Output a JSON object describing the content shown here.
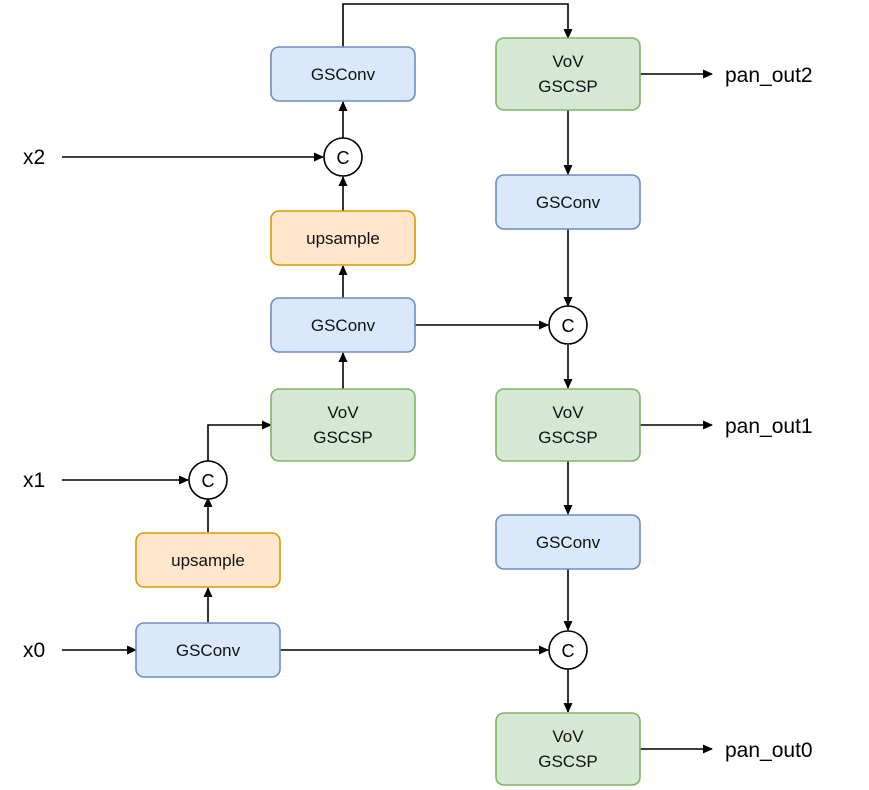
{
  "colors": {
    "gsconv_fill": "#dae8fc",
    "gsconv_stroke": "#6c8ebf",
    "upsample_fill": "#ffe6cc",
    "upsample_stroke": "#d79b00",
    "vov_fill": "#d5e8d4",
    "vov_stroke": "#82b366",
    "edge": "#000000"
  },
  "inputs": {
    "x2": "x2",
    "x1": "x1",
    "x0": "x0"
  },
  "outputs": {
    "pan_out2": "pan_out2",
    "pan_out1": "pan_out1",
    "pan_out0": "pan_out0"
  },
  "blocks": {
    "gsconv": "GSConv",
    "upsample": "upsample",
    "vov_line1": "VoV",
    "vov_line2": "GSCSP"
  },
  "concat": {
    "label": "C"
  }
}
